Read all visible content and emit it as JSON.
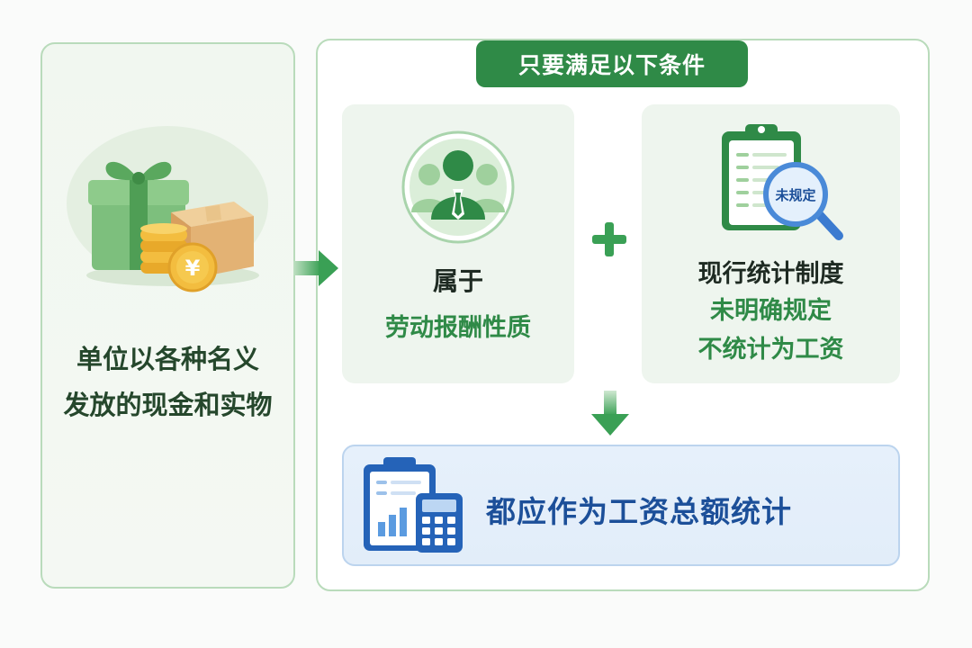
{
  "left_panel": {
    "line1": "单位以各种名义",
    "line2": "发放的现金和实物",
    "currency_symbol": "¥"
  },
  "condition_tag": "只要满足以下条件",
  "labor_card": {
    "title": "属于",
    "subtitle": "劳动报酬性质"
  },
  "stat_card": {
    "badge": "未规定",
    "title": "现行统计制度",
    "subtitle_line1": "未明确规定",
    "subtitle_line2": "不统计为工资"
  },
  "result": {
    "text": "都应作为工资总额统计"
  },
  "icons": {
    "gift": "gift-icon",
    "coins": "coins-icon",
    "box": "box-icon",
    "people": "people-icon",
    "clipboard": "clipboard-icon",
    "magnifier": "magnifier-icon",
    "calculator": "calculator-icon",
    "arrow_right": "arrow-right-icon",
    "plus": "plus-icon",
    "arrow_down": "arrow-down-icon"
  },
  "colors": {
    "primary_green": "#2f8a47",
    "accent_blue": "#1c4f99",
    "card_bg": "#eef5ee",
    "gold": "#f3bd3f"
  }
}
